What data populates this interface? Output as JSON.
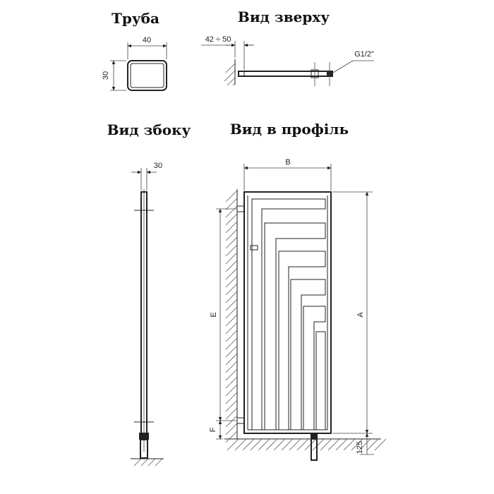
{
  "titles": {
    "pipe": "Труба",
    "top_view": "Вид зверху",
    "side_view": "Вид збоку",
    "profile_view": "Вид в профіль"
  },
  "dimensions": {
    "pipe_width": "40",
    "pipe_height": "30",
    "wall_distance": "42 ÷ 50",
    "thread": "G1/2\"",
    "side_depth": "30",
    "width_b": "B",
    "height_a": "A",
    "axis_e": "E",
    "offset_f": "F",
    "bottom_offset": "125"
  }
}
